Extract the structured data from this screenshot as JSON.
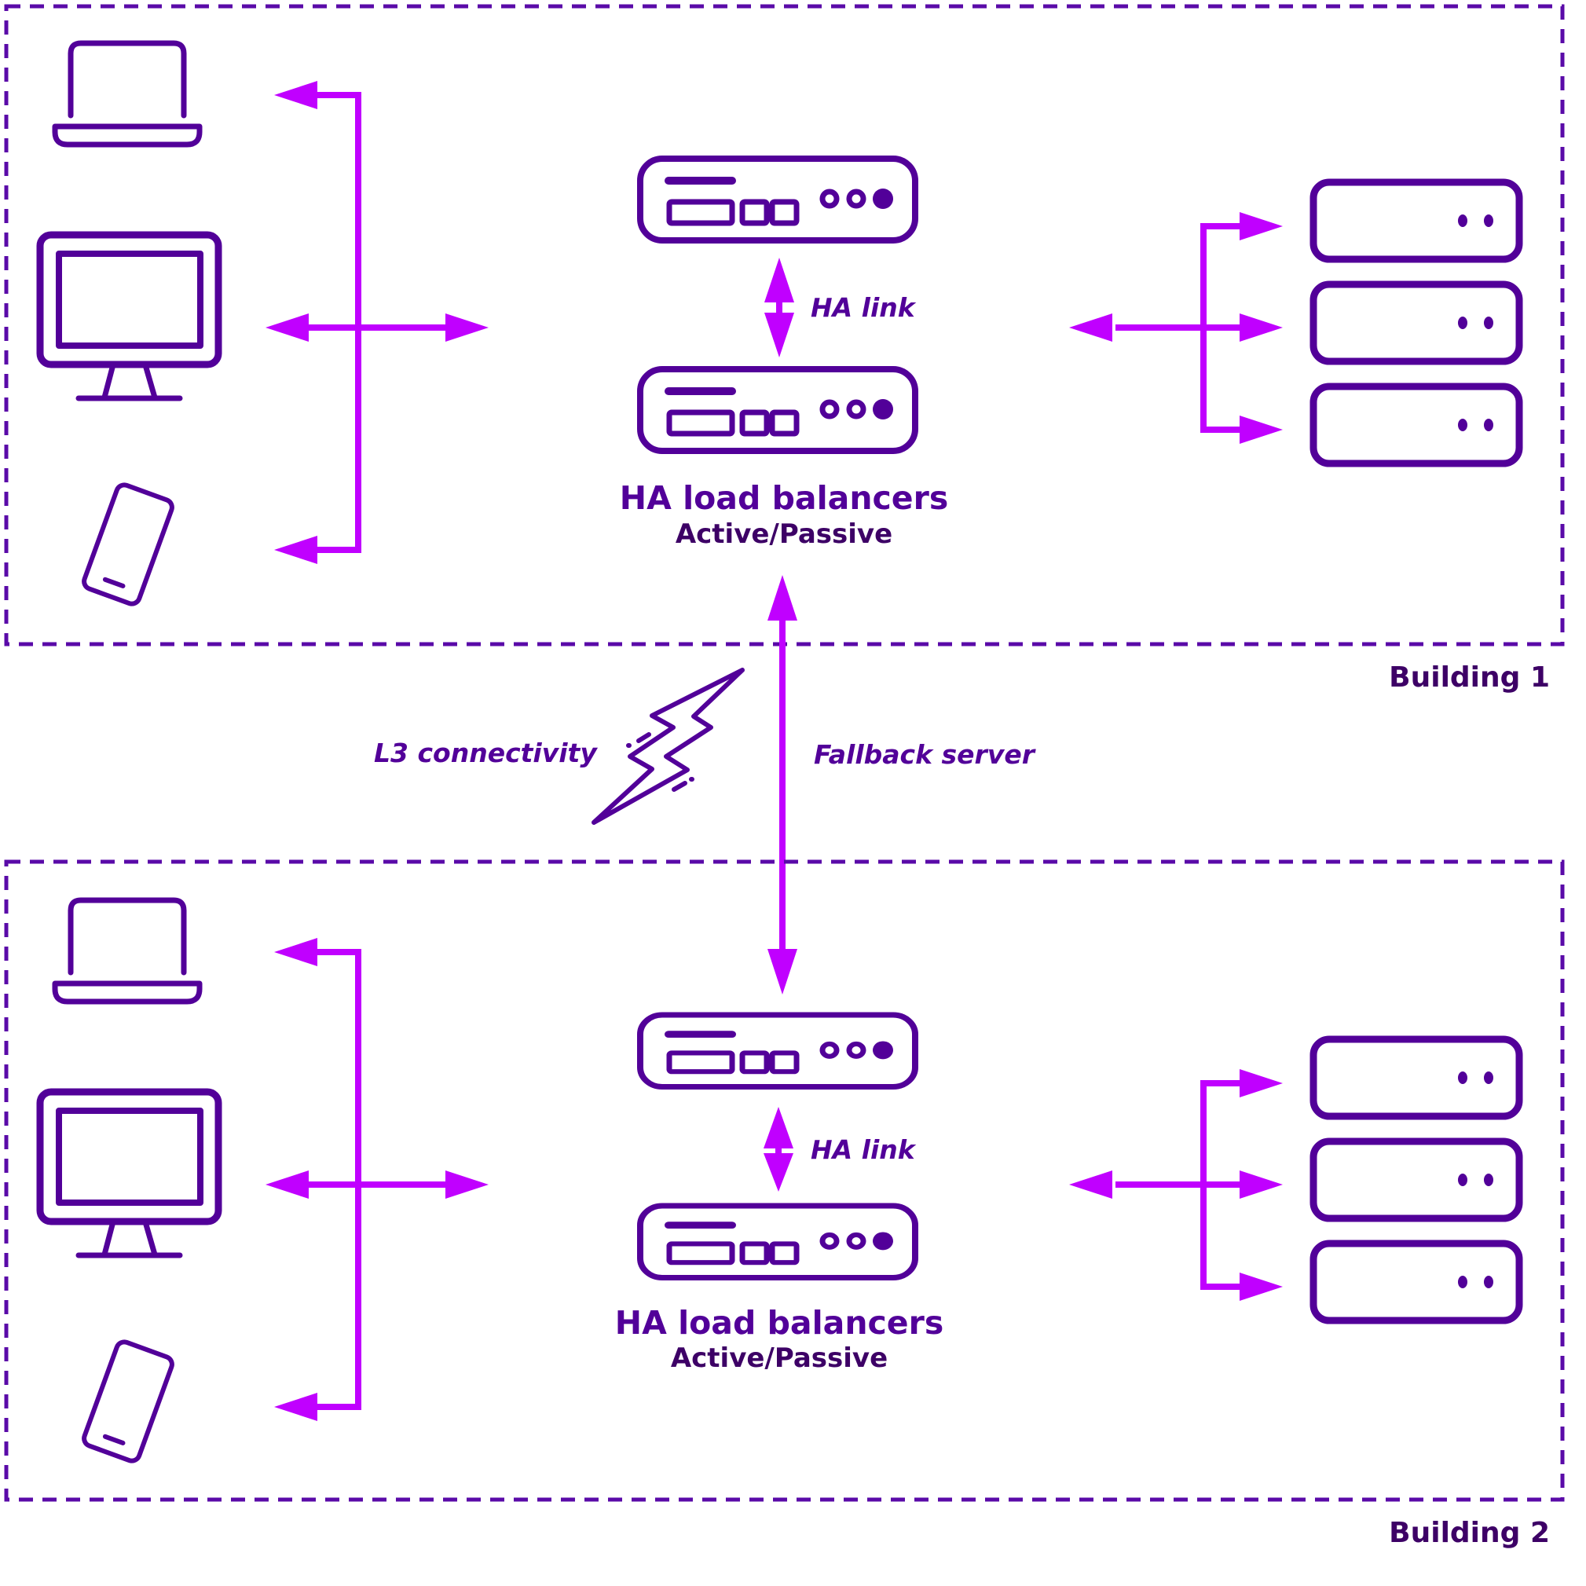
{
  "colors": {
    "device_stroke": "#520099",
    "link": "#c000ff",
    "boundary": "#5a0aa8",
    "label_dark": "#3d0066"
  },
  "buildings": [
    {
      "name": "Building 1",
      "clients": [
        "laptop",
        "desktop-monitor",
        "mobile-phone"
      ],
      "load_balancers": {
        "title": "HA load balancers",
        "mode": "Active/Passive",
        "count": 2,
        "ha_link_label": "HA link"
      },
      "backend_servers": 3
    },
    {
      "name": "Building 2",
      "clients": [
        "laptop",
        "desktop-monitor",
        "mobile-phone"
      ],
      "load_balancers": {
        "title": "HA load balancers",
        "mode": "Active/Passive",
        "count": 2,
        "ha_link_label": "HA link"
      },
      "backend_servers": 3
    }
  ],
  "inter_building": {
    "l3_label": "L3 connectivity",
    "l3_icon": "lightning-bolt-icon",
    "fallback_label": "Fallback server"
  }
}
